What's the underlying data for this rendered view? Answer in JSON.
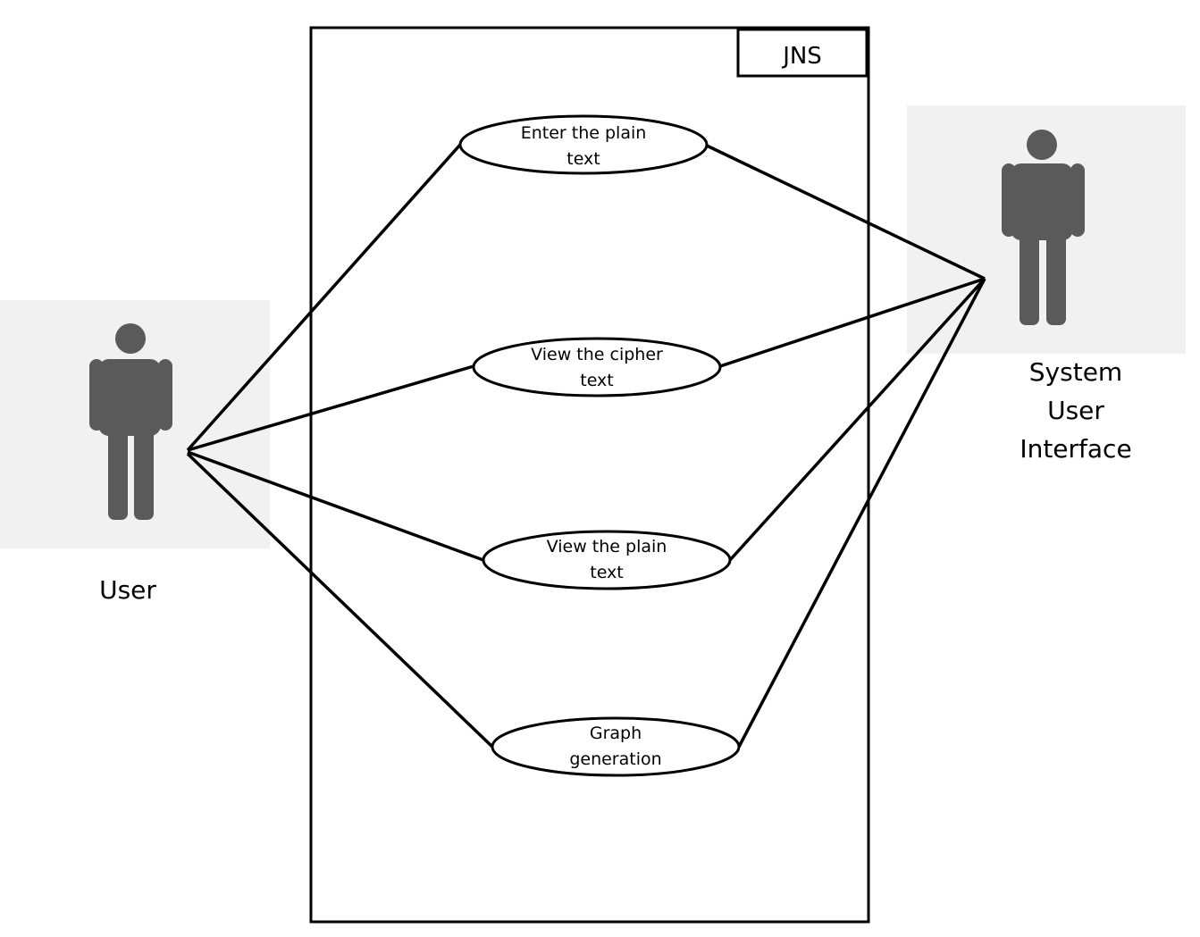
{
  "system": {
    "name": "JNS"
  },
  "actors": {
    "user": {
      "label": "User",
      "icon": "person-icon"
    },
    "system_ui": {
      "label_lines": [
        "System",
        "User",
        "Interface"
      ],
      "icon": "person-icon"
    }
  },
  "use_cases": [
    {
      "lines": [
        "Enter the plain",
        "text"
      ]
    },
    {
      "lines": [
        "View the cipher",
        "text"
      ]
    },
    {
      "lines": [
        "View the plain",
        "text"
      ]
    },
    {
      "lines": [
        "Graph",
        "generation"
      ]
    }
  ],
  "colors": {
    "line": "#000000",
    "figure": "#5a5a5a",
    "actor_backdrop": "#f1f1f1"
  }
}
